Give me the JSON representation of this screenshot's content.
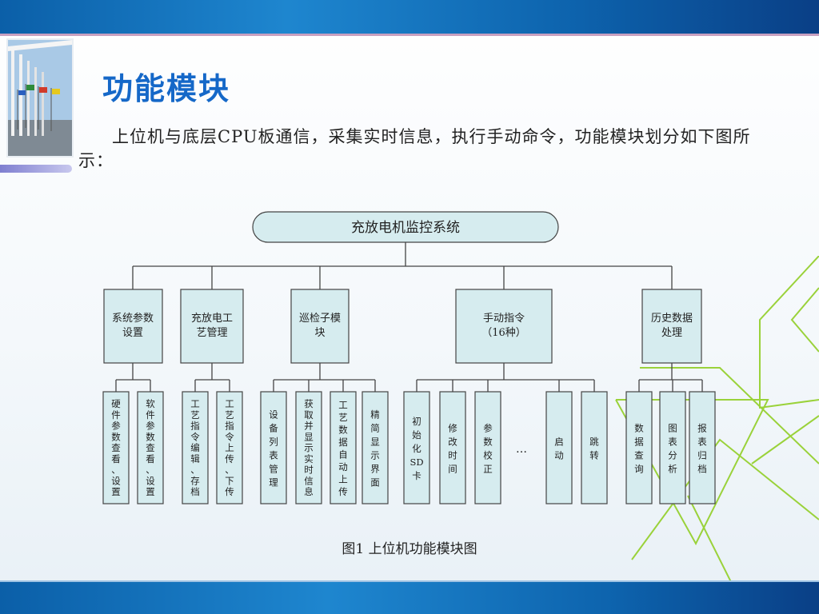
{
  "slide": {
    "title": "功能模块",
    "intro": "上位机与底层CPU板通信，采集实时信息，执行手动命令，功能模块划分如下图所示：",
    "caption": "图1 上位机功能模块图"
  },
  "diagram": {
    "root": "充放电机监控系统",
    "modules": [
      {
        "label": [
          "系统参数",
          "设置"
        ],
        "children": [
          "硬件参数查看、设置",
          "软件参数查看、设置"
        ]
      },
      {
        "label": [
          "充放电工",
          "艺管理"
        ],
        "children": [
          "工艺指令编辑、存档",
          "工艺指令上传、下传"
        ]
      },
      {
        "label": [
          "巡检子模",
          "块"
        ],
        "children": [
          "设备列表管理",
          "获取并显示实时信息",
          "工艺数据自动上传",
          "精简显示界面"
        ]
      },
      {
        "label": [
          "手动指令",
          "（16种）"
        ],
        "children": [
          "初始化SD卡",
          "修改时间",
          "参数校正",
          "…",
          "启动",
          "跳转"
        ]
      },
      {
        "label": [
          "历史数据",
          "处理"
        ],
        "children": [
          "数据查询",
          "图表分析",
          "报表归档"
        ]
      }
    ]
  },
  "colors": {
    "title": "#1568c8",
    "box_fill": "#d6ecef",
    "band": "#0d63ad",
    "deco_green": "#9ad23a"
  }
}
